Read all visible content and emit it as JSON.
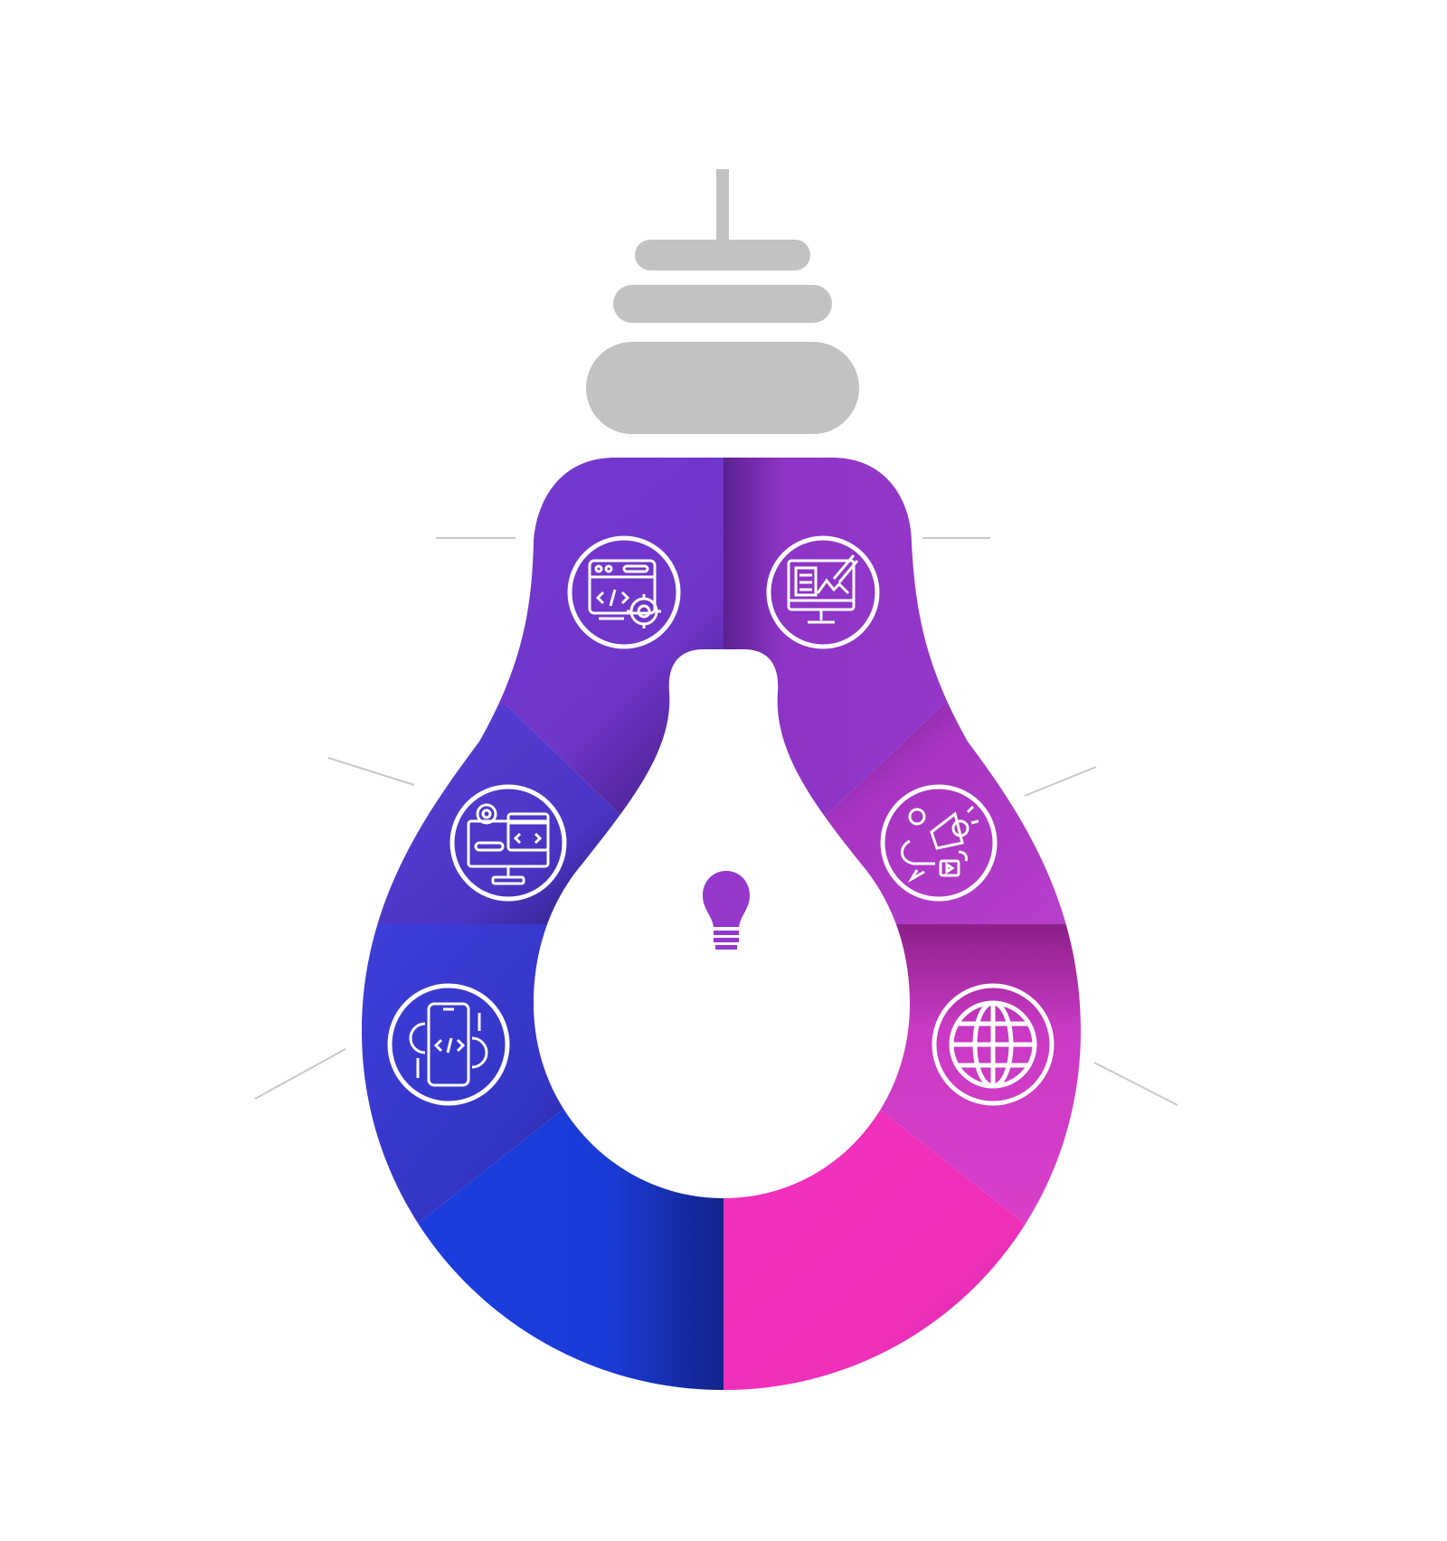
{
  "diagram": {
    "type": "lightbulb-infographic",
    "segment_count": 8,
    "colors": {
      "socket": "#c2c2c2",
      "connector_lines": "#c8c8c8",
      "top_left": "#7b3ad6",
      "top_right": "#9638cc",
      "mid_left": "#5a3fd8",
      "mid_right": "#b23fc8",
      "low_left": "#3f3fd9",
      "low_right": "#d13fc6",
      "bottom_left": "#1c3de0",
      "bottom_right": "#f02fbe",
      "center_icon": "#9638cc",
      "background": "#ffffff"
    },
    "segments": [
      {
        "position": "top-left",
        "icon": "web-code-settings-icon"
      },
      {
        "position": "top-right",
        "icon": "monitor-design-icon"
      },
      {
        "position": "middle-left",
        "icon": "desktop-code-icon"
      },
      {
        "position": "middle-right",
        "icon": "megaphone-marketing-icon"
      },
      {
        "position": "lower-left",
        "icon": "mobile-app-development-icon"
      },
      {
        "position": "lower-right",
        "icon": "globe-icon"
      },
      {
        "position": "bottom-left",
        "icon": ""
      },
      {
        "position": "bottom-right",
        "icon": ""
      }
    ],
    "center_icon": "lightbulb-icon"
  }
}
